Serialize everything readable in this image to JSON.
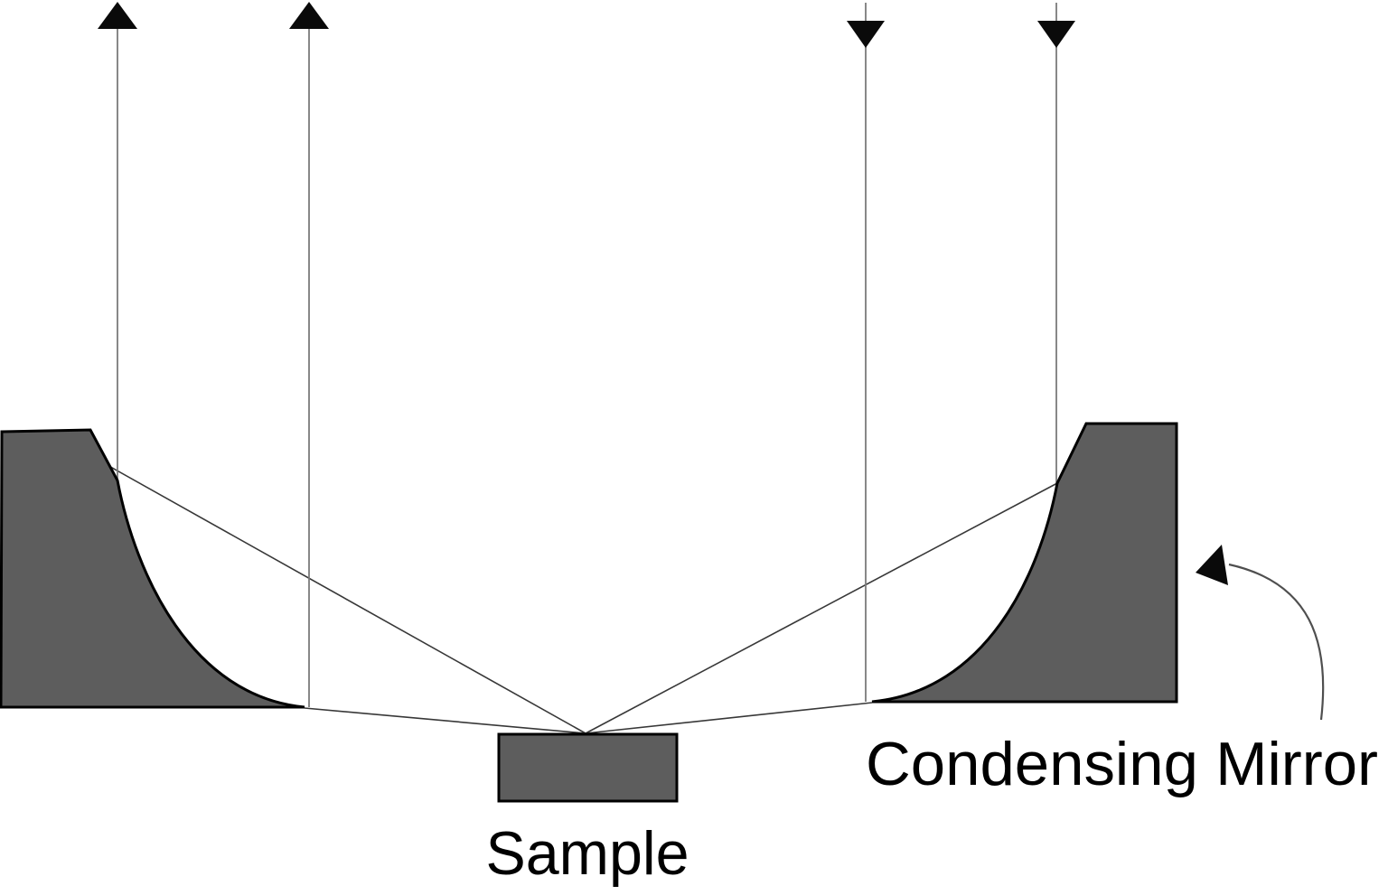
{
  "labels": {
    "sample": "Sample",
    "condensing_mirror": "Condensing Mirror"
  },
  "colors": {
    "background": "#ffffff",
    "mirror_fill": "#5d5d5d",
    "outline": "#000000",
    "ray_vertical": "#7b7b7b",
    "ray_diagonal": "#383838",
    "arrowhead": "#0a0a0a",
    "annotation_arrow": "#4f4f4f",
    "text": "#000000"
  },
  "beams": {
    "upward_exit_beams": 2,
    "downward_incoming_beams": 2
  }
}
